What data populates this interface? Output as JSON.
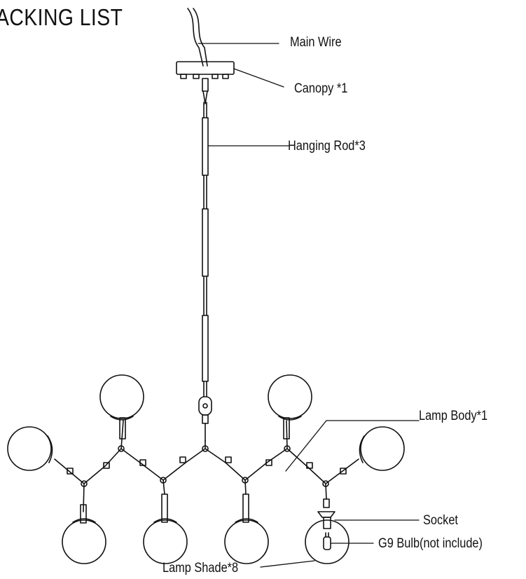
{
  "title": "ACKING LIST",
  "labels": {
    "main_wire": "Main Wire",
    "canopy": "Canopy *1",
    "hanging_rod": "Hanging Rod*3",
    "lamp_body": "Lamp Body*1",
    "socket": "Socket",
    "g9_bulb": "G9 Bulb(not include)",
    "lamp_shade": "Lamp Shade*8"
  },
  "colors": {
    "line": "#111111",
    "background": "#ffffff"
  }
}
